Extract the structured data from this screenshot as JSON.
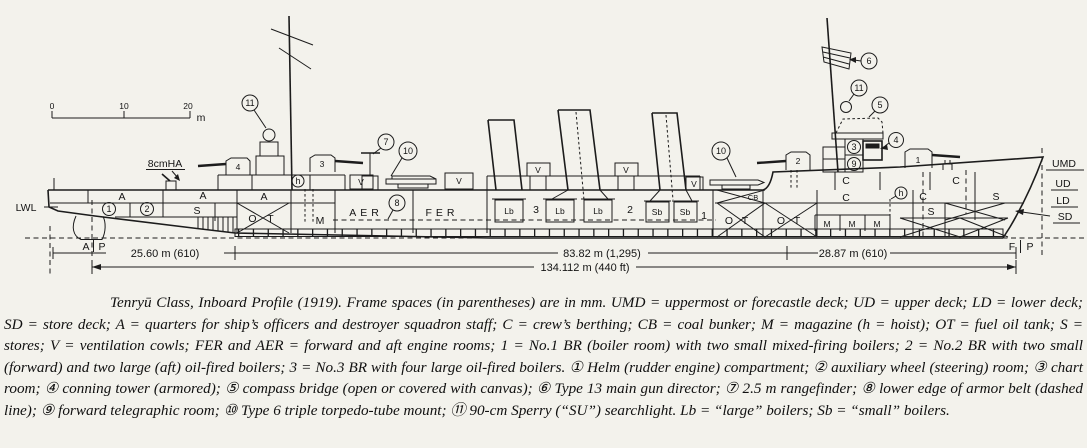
{
  "figure": {
    "scale_bar": {
      "t0": "0",
      "t10": "10",
      "t20": "20",
      "unit": "m"
    },
    "waterline_label": "LWL",
    "gun_label": "8cmHA",
    "perpendiculars": {
      "aft_a": "A",
      "aft_p": "P",
      "fwd_f": "F",
      "fwd_p": "P"
    },
    "deck_labels": {
      "umd": "UMD",
      "ud": "UD",
      "ld": "LD",
      "sd": "SD"
    },
    "dimensions": {
      "aft": "25.60 m (610)",
      "mid": "83.82 m (1,295)",
      "fwd": "28.87 m (610)",
      "overall": "134.112 m (440 ft)"
    },
    "turrets": {
      "t1": "1",
      "t2": "2",
      "t3": "3",
      "t4": "4"
    },
    "compartments": {
      "quarters": "A",
      "stores": "S",
      "oil_tank": "O T",
      "magazine": "M",
      "crew": "C",
      "coal_bunker": "CB",
      "aft_engine_room": "AER",
      "fwd_engine_room": "FER",
      "large_boiler": "Lb",
      "small_boiler": "Sb",
      "vent": "V",
      "hoist": "h",
      "br1": "1",
      "br2": "2",
      "br3": "3"
    },
    "callouts": {
      "c1": "1",
      "c2": "2",
      "c3": "3",
      "c4": "4",
      "c5": "5",
      "c6": "6",
      "c7": "7",
      "c8": "8",
      "c9": "9",
      "c10": "10",
      "c11": "11"
    }
  },
  "caption": {
    "text": "Tenryū Class, Inboard Profile (1919). Frame spaces (in parentheses) are in mm. UMD = uppermost or forecastle deck; UD = upper deck; LD = lower deck; SD = store deck; A = quarters for ship’s officers and destroyer squadron staff; C = crew’s berthing; CB = coal bunker; M = magazine (h = hoist); OT = fuel oil tank; S = stores; V = ventilation cowls; FER and AER = forward and aft engine rooms; 1 = No.1 BR (boiler room) with two small mixed-firing boilers; 2 = No.2 BR with two small (forward) and two large (aft) oil-fired boilers; 3 = No.3 BR with four large oil-fired boilers. ① Helm (rudder engine) compartment; ② auxiliary wheel (steering) room; ③ chart room; ④ conning tower (armored); ⑤ compass bridge (open or covered with canvas); ⑥ Type 13 main gun director; ⑦ 2.5 m rangefinder; ⑧ lower edge of armor belt (dashed line); ⑨ forward telegraphic room; ⑩ Type 6 triple torpedo-tube mount; ⑪ 90-cm Sperry (“SU”) searchlight. Lb = “large” boilers; Sb = “small” boilers."
  }
}
